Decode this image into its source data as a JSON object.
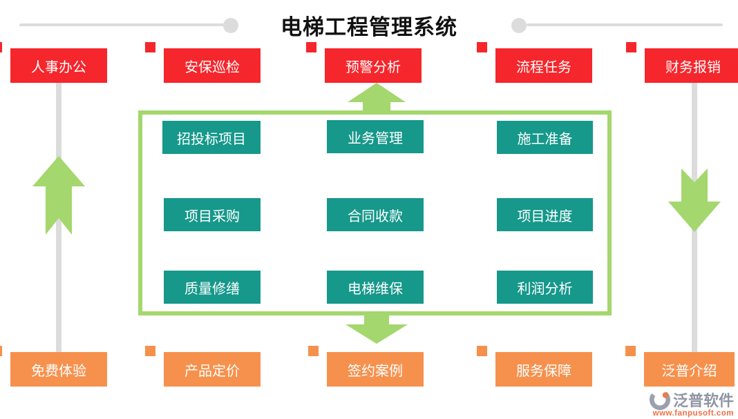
{
  "title": "电梯工程管理系统",
  "colors": {
    "red": "#f5262c",
    "teal": "#16988b",
    "orange": "#f6914d",
    "green_accent": "#a4d76d",
    "connector_gray": "#dcdcdc",
    "brand_gray": "#8f95a3",
    "brand_orange": "#ee6f45"
  },
  "top_row": {
    "items": [
      {
        "label": "人事办公"
      },
      {
        "label": "安保巡检"
      },
      {
        "label": "预警分析"
      },
      {
        "label": "流程任务"
      },
      {
        "label": "财务报销"
      }
    ]
  },
  "modules": {
    "rows": [
      [
        "招投标项目",
        "业务管理",
        "施工准备"
      ],
      [
        "项目采购",
        "合同收款",
        "项目进度"
      ],
      [
        "质量修缮",
        "电梯维保",
        "利润分析"
      ]
    ]
  },
  "bottom_row": {
    "items": [
      {
        "label": "免费体验"
      },
      {
        "label": "产品定价"
      },
      {
        "label": "签约案例"
      },
      {
        "label": "服务保障"
      },
      {
        "label": "泛普介绍"
      }
    ]
  },
  "brand": {
    "name": "泛普软件",
    "url": "www.fanpusoft.com"
  }
}
